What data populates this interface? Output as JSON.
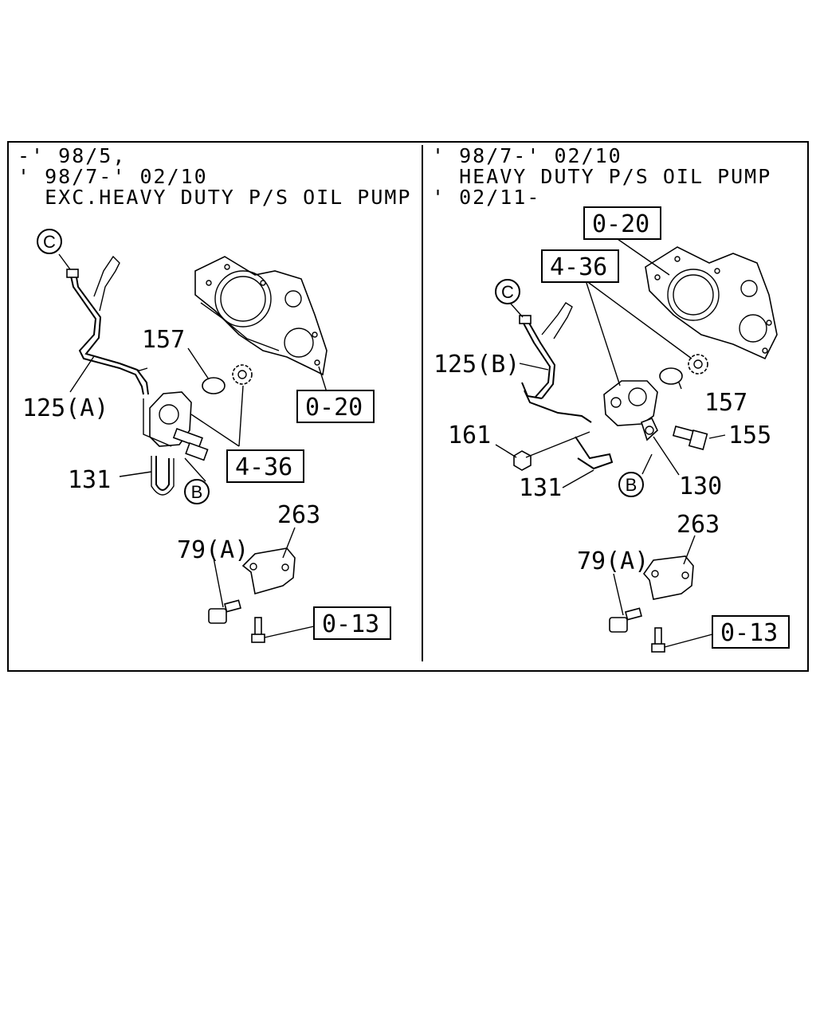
{
  "panels": {
    "left": {
      "header": [
        "-' 98/5,",
        "' 98/7-' 02/10",
        "  EXC.HEAVY DUTY P/S OIL PUMP"
      ],
      "ref_boxes": [
        "0-20",
        "4-36",
        "0-13"
      ],
      "part_labels": [
        "157",
        "125(A)",
        "131",
        "263",
        "79(A)"
      ],
      "markers": [
        "C",
        "B"
      ]
    },
    "right": {
      "header": [
        "' 98/7-' 02/10",
        "  HEAVY DUTY P/S OIL PUMP",
        "' 02/11-"
      ],
      "ref_boxes": [
        "0-20",
        "4-36",
        "0-13"
      ],
      "part_labels": [
        "125(B)",
        "157",
        "161",
        "155",
        "131",
        "130",
        "263",
        "79(A)"
      ],
      "markers": [
        "C",
        "B"
      ]
    }
  }
}
